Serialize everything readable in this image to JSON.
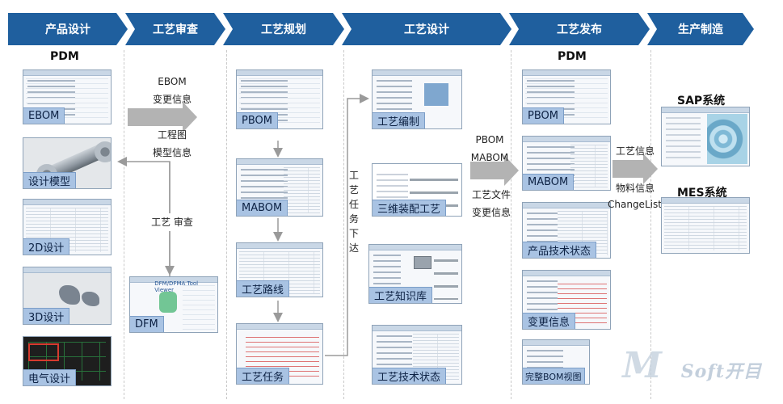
{
  "stages": [
    "产品设计",
    "工艺审查",
    "工艺规划",
    "工艺设计",
    "工艺发布",
    "生产制造"
  ],
  "headings": {
    "pdm_left": "PDM",
    "pdm_right": "PDM",
    "sap": "SAP系统",
    "mes": "MES系统"
  },
  "screens": {
    "ebom": "EBOM",
    "design_model": "设计模型",
    "design_2d": "2D设计",
    "design_3d": "3D设计",
    "electrical": "电气设计",
    "dfm": "DFM",
    "dfm_title": "DFM/DFMA Tool Viewer",
    "pbom": "PBOM",
    "mabom": "MABOM",
    "route": "工艺路线",
    "task": "工艺任务",
    "compile": "工艺编制",
    "assembly_3d": "三维装配工艺",
    "knowledge": "工艺知识库",
    "tech_status": "工艺技术状态",
    "pbom_pub": "PBOM",
    "mabom_pub": "MABOM",
    "product_status": "产品技术状态",
    "change_info": "变更信息",
    "full_bom": "完整BOM视图"
  },
  "flow_text": {
    "ebom": "EBOM",
    "change_info": "变更信息",
    "drawing": "工程图",
    "model_info": "模型信息",
    "review": "工艺 审查",
    "dispatch": "工艺任务下达",
    "pbom": "PBOM",
    "mabom": "MABOM",
    "process_file": "工艺文件",
    "change_info2": "变更信息",
    "process_info": "工艺信息",
    "material_info": "物料信息",
    "change_list": "ChangeList"
  },
  "brand": {
    "letter": "M",
    "text": "Soft开目"
  },
  "colors": {
    "stage_blue": "#1f5f9e",
    "label_blue": "#a9c3e3",
    "arrow_gray": "#b3b3b3"
  }
}
